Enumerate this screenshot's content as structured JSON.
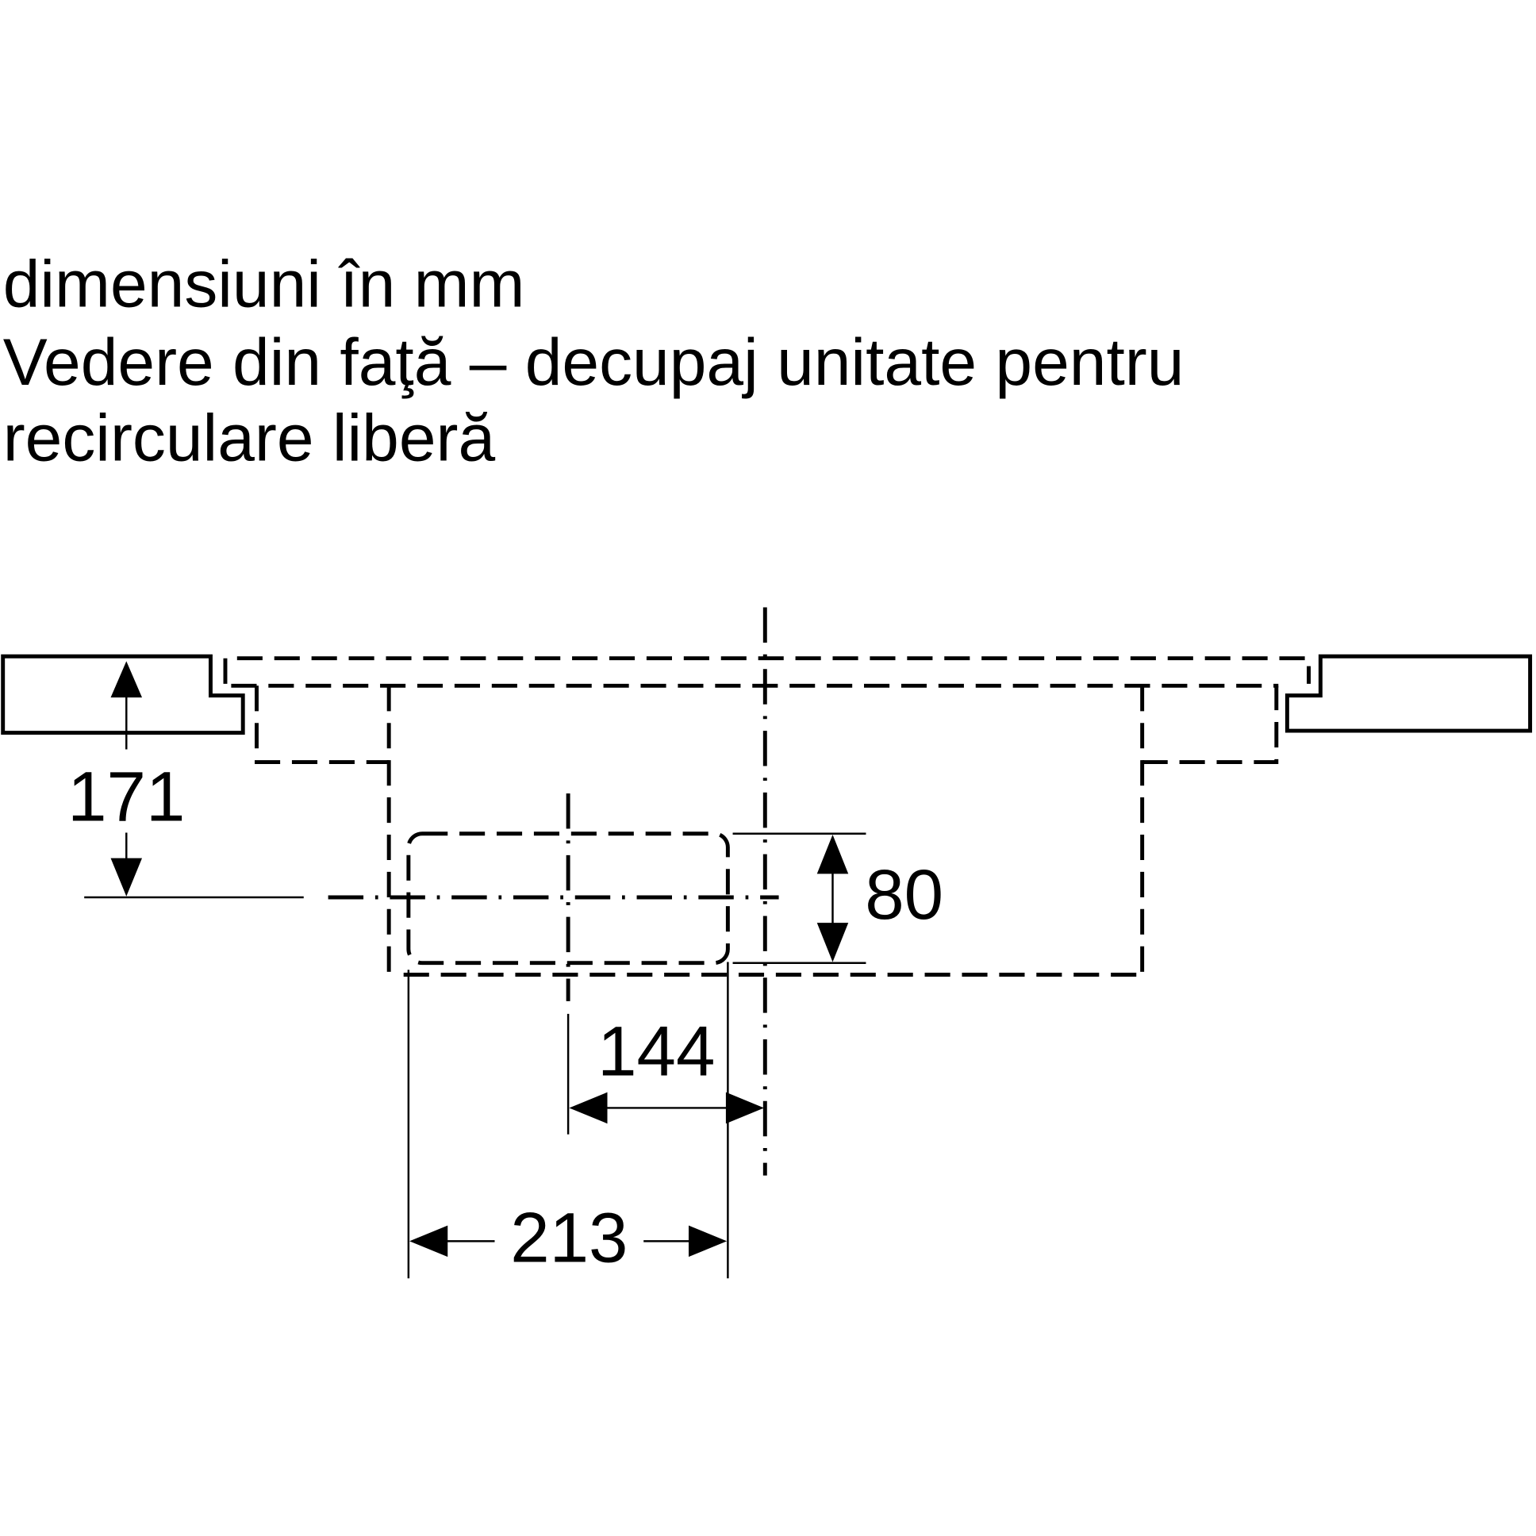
{
  "title_lines": [
    "dimensiuni în mm",
    "Vedere din faţă – decupaj unitate pentru",
    "recirculare liberă"
  ],
  "dimensions": {
    "d171": "171",
    "d80": "80",
    "d144": "144",
    "d213": "213"
  },
  "colors": {
    "line": "#000000",
    "cutout_fill": "#f2f2f2"
  }
}
